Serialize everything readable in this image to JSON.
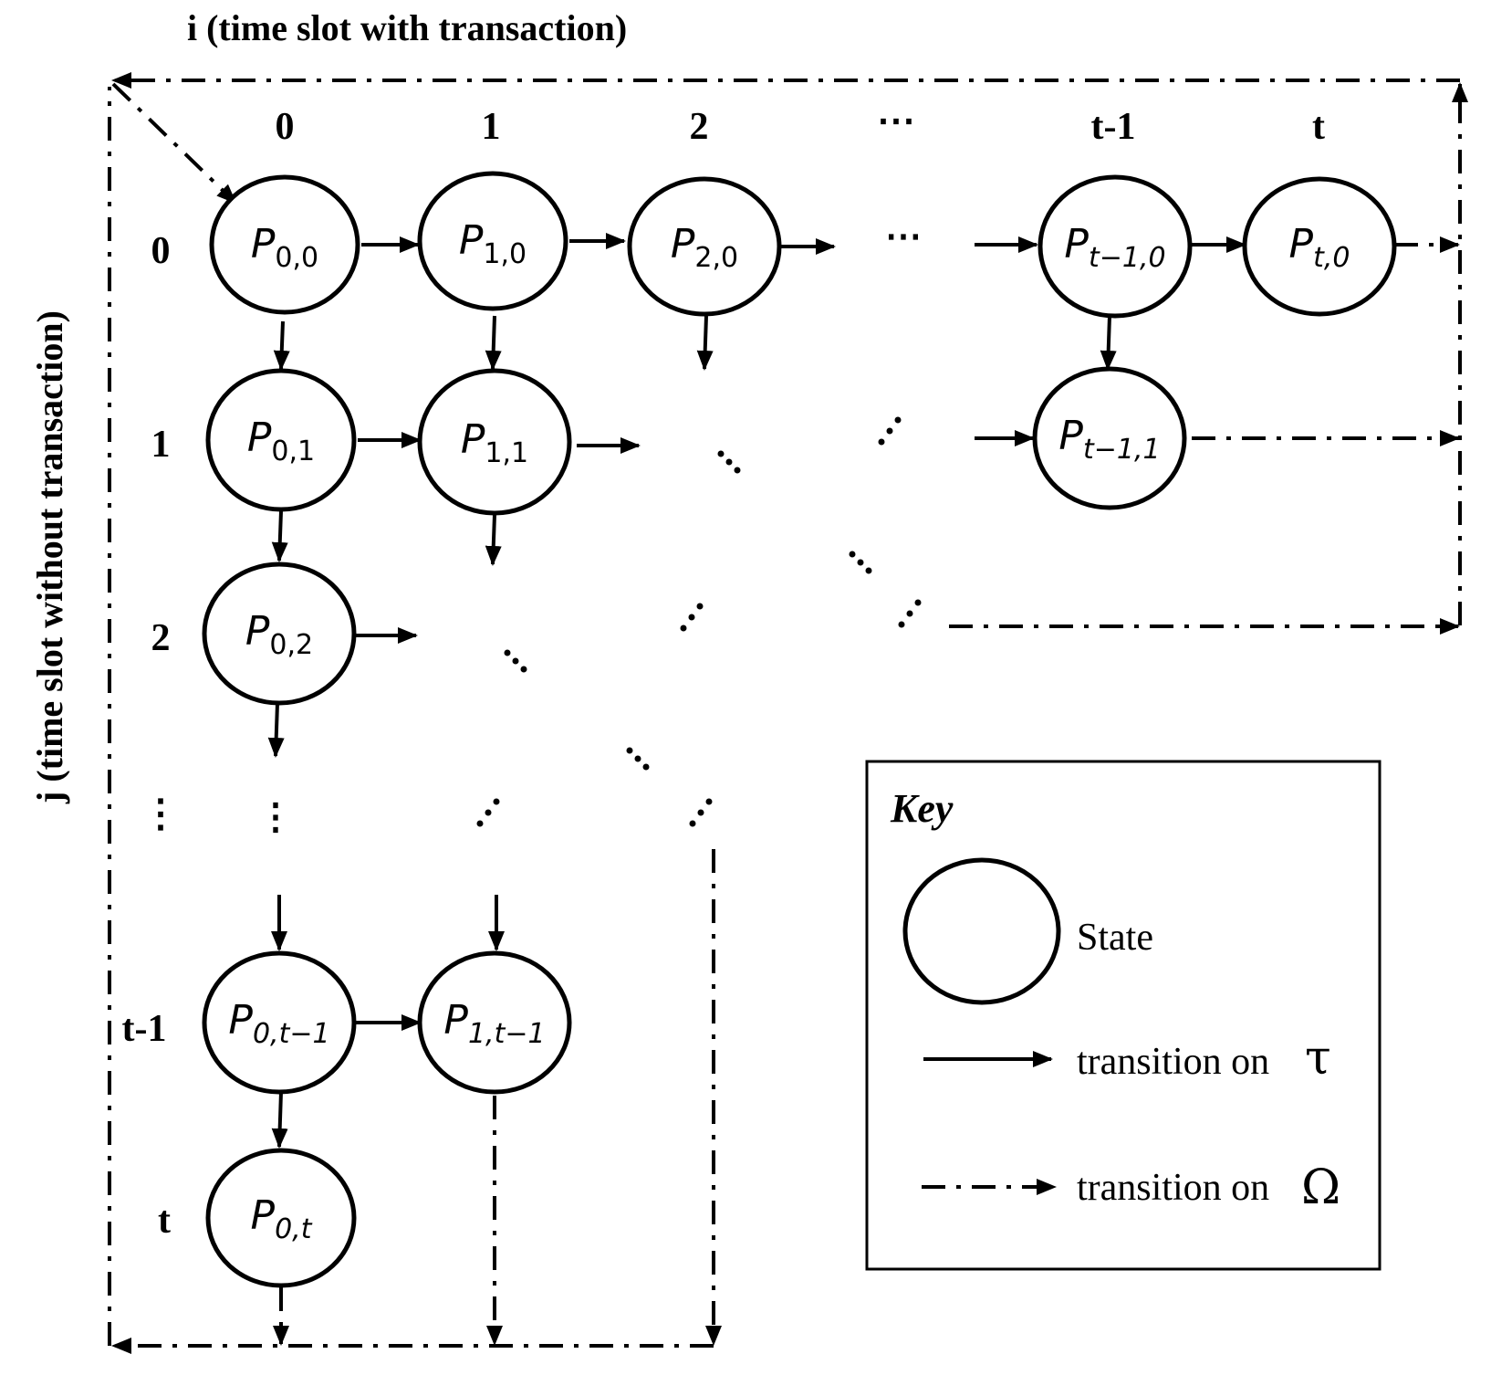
{
  "axes": {
    "x_title": "i (time slot with transaction)",
    "y_title": "j (time slot without transaction)",
    "x_indices": [
      "0",
      "1",
      "2",
      "⋯",
      "t-1",
      "t"
    ],
    "y_indices": [
      "0",
      "1",
      "2",
      "⋮",
      "t-1",
      "t"
    ]
  },
  "states": [
    {
      "id": "p00",
      "base": "P",
      "sub": "0,0"
    },
    {
      "id": "p10",
      "base": "P",
      "sub": "1,0"
    },
    {
      "id": "p20",
      "base": "P",
      "sub": "2,0"
    },
    {
      "id": "pt10",
      "base": "P",
      "sub": "t−1,0"
    },
    {
      "id": "pt0",
      "base": "P",
      "sub": "t,0"
    },
    {
      "id": "p01",
      "base": "P",
      "sub": "0,1"
    },
    {
      "id": "p11",
      "base": "P",
      "sub": "1,1"
    },
    {
      "id": "pt11",
      "base": "P",
      "sub": "t−1,1"
    },
    {
      "id": "p02",
      "base": "P",
      "sub": "0,2"
    },
    {
      "id": "p0t1",
      "base": "P",
      "sub": "0,t−1"
    },
    {
      "id": "p1t1",
      "base": "P",
      "sub": "1,t−1"
    },
    {
      "id": "p0t",
      "base": "P",
      "sub": "0,t"
    }
  ],
  "ellipsis": {
    "row0": "⋯",
    "vertical": "⋮"
  },
  "key": {
    "title": "Key",
    "state_label": "State",
    "tau_label": "transition on",
    "tau_symbol": "τ",
    "omega_label": "transition on",
    "omega_symbol": "Ω"
  }
}
